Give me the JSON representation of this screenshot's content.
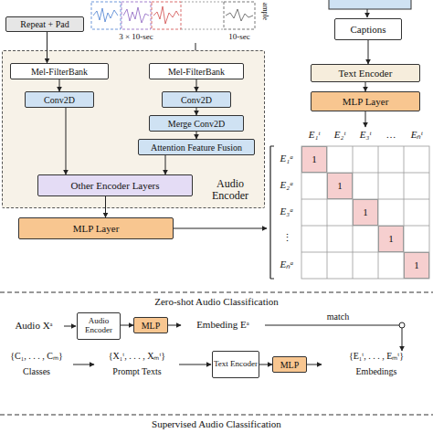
{
  "diagram": {
    "nodes": [
      {
        "text": [
          "Repeat + Pad"
        ]
      },
      {
        "text": [
          "Captions"
        ]
      },
      {
        "text": [
          "Audio Encoder"
        ]
      },
      {
        "text": [
          "Mel-FilterBank"
        ],
        "in": 2
      },
      {
        "text": [
          "Conv2D"
        ],
        "in": 2
      },
      {
        "text": [
          "Mel-FilterBank"
        ],
        "in": 2
      },
      {
        "text": [
          "Conv2D"
        ],
        "in": 2
      },
      {
        "text": [
          "Merge Conv2D"
        ],
        "in": 2
      },
      {
        "text": [
          "Attention Feature Fusion"
        ],
        "in": 2
      },
      {
        "text": [
          "Other Encoder Layers"
        ],
        "in": 2
      },
      {
        "text": [
          "Text Encoder"
        ]
      },
      {
        "text": [
          "MLP Layer"
        ]
      },
      {
        "text": [
          "MLP Layer"
        ]
      },
      {
        "text": [
          "1"
        ]
      },
      {
        "text": [
          "1"
        ]
      },
      {
        "text": [
          "1"
        ]
      },
      {
        "text": [
          "1"
        ]
      },
      {
        "text": [
          "1"
        ]
      },
      {
        "text": [
          "Audio Encoder"
        ]
      },
      {
        "text": [
          "MLP"
        ]
      },
      {
        "text": [
          "Text Encoder"
        ]
      },
      {
        "text": [
          "MLP"
        ]
      }
    ],
    "edges": [
      {
        "from": 0,
        "to": 3,
        "arrow": "to"
      },
      {
        "from": 1,
        "to": 10,
        "arrow": "to"
      },
      {
        "from": 3,
        "to": 4,
        "arrow": "to"
      },
      {
        "from": 5,
        "to": 6,
        "arrow": "to"
      },
      {
        "from": 6,
        "to": 7,
        "arrow": "to"
      },
      {
        "from": 7,
        "to": 8,
        "arrow": "to"
      },
      {
        "from": 8,
        "to": 9,
        "arrow": "to"
      },
      {
        "from": 4,
        "to": 9,
        "arrow": "to"
      },
      {
        "from": 9,
        "to": 12,
        "arrow": "to"
      },
      {
        "from": 10,
        "to": 11,
        "arrow": "to"
      },
      {
        "from": 18,
        "to": 19,
        "arrow": "to"
      },
      {
        "from": 20,
        "to": 21,
        "arrow": "to"
      }
    ],
    "labels": [
      "3 × 10-sec",
      "10-sec",
      "ample",
      "E₁ᵗ",
      "E₂ᵗ",
      "E₃ᵗ",
      "…",
      "Eₙᵗ",
      "E₁ᵃ",
      "E₂ᵃ",
      "E₃ᵃ",
      "⋮",
      "Eₙᵃ",
      "Zero-shot Audio Classification",
      "Audio Xᵃ",
      "Embeding Eᵃ",
      "match",
      "{C₁, . . . , Cₘ}",
      "Classes",
      "{X₁ᵗ, . . . , Xₘᵗ}",
      "Prompt Texts",
      "{E₁ᵗ, . . . , Eₘᵗ}",
      "Embedings",
      "Supervised Audio Classification"
    ]
  }
}
